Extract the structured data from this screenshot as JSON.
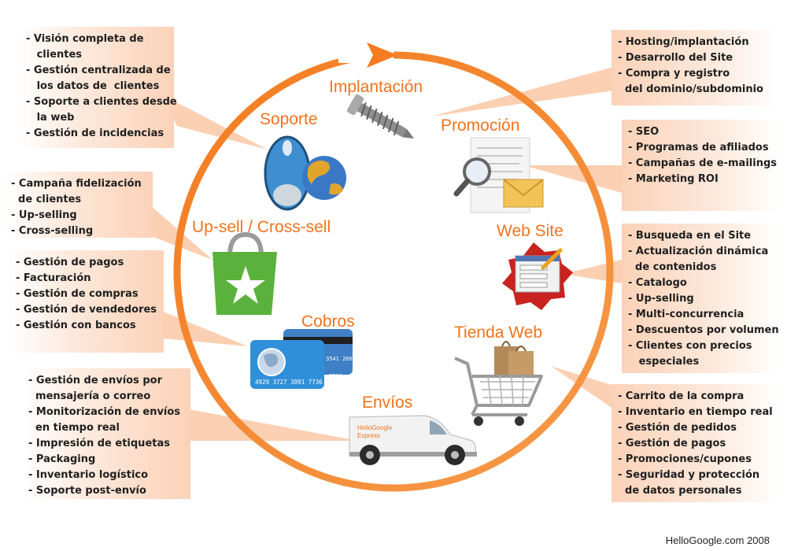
{
  "stages": {
    "implantacion": "Implantación",
    "soporte": "Soporte",
    "promocion": "Promoción",
    "upsell": "Up-sell / Cross-sell",
    "website": "Web Site",
    "cobros": "Cobros",
    "tiendaweb": "Tienda Web",
    "envios": "Envíos"
  },
  "boxes": {
    "soporte": [
      "- Visión completa de",
      "   clientes",
      "- Gestión centralizada de",
      "   los datos de  clientes",
      "- Soporte a clientes desde",
      "   la web",
      "- Gestión de incidencias"
    ],
    "upsell": [
      "- Campaña fidelización",
      "  de clientes",
      "- Up-selling",
      "- Cross-selling"
    ],
    "cobros": [
      "- Gestión de pagos",
      "- Facturación",
      "- Gestión de compras",
      "- Gestión de vendedores",
      "- Gestión con bancos"
    ],
    "envios": [
      "- Gestión de envíos por",
      "  mensajería o correo",
      "- Monitorización de envíos",
      "  en tiempo real",
      "- Impresión de etiquetas",
      "- Packaging",
      "- Inventario logístico",
      "- Soporte post-envío"
    ],
    "implantacion": [
      "- Hosting/implantación",
      "- Desarrollo del Site",
      "- Compra y registro",
      "  del dominio/subdominio"
    ],
    "promocion": [
      "- SEO",
      "- Programas de afiliados",
      "- Campañas de e-mailings",
      "- Marketing ROI"
    ],
    "website": [
      "- Busqueda en el Site",
      "- Actualización dinámica",
      "  de contenidos",
      "- Catalogo",
      "- Up-selling",
      "- Multi-concurrencia",
      "- Descuentos por volumen",
      "- Clientes con precios",
      "   especiales"
    ],
    "tiendaweb": [
      "- Carrito de la compra",
      "- Inventario en tiempo real",
      "- Gestión de pedidos",
      "- Gestión de pagos",
      "- Promociones/cupones",
      "- Seguridad y protección",
      "  de datos personales"
    ]
  },
  "van_label": [
    "HelloGoogle",
    "Express"
  ],
  "card_numbers": [
    "4929 3727 3891 7736",
    "3541 260",
    "7736"
  ],
  "footer": "HelloGoogle.com 2008",
  "colors": {
    "accent": "#f0731e",
    "box_fill": "#fbd2b8",
    "ring": "#f07d24"
  },
  "icons": [
    "screw-icon",
    "mouse-globe-icon",
    "magnifier-document-icon",
    "shopping-bag-icon",
    "web-form-icon",
    "credit-card-icon",
    "shopping-cart-icon",
    "delivery-van-icon"
  ]
}
